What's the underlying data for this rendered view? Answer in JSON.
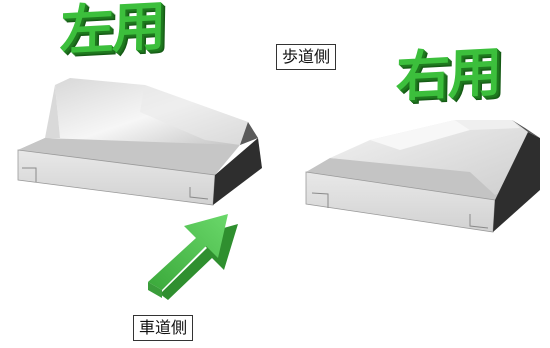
{
  "labels": {
    "left_use": "左用",
    "right_use": "右用",
    "sidewalk_side": "歩道側",
    "road_side": "車道側"
  },
  "colors": {
    "label_green": "#3cbf3c",
    "arrow_green": "#4cc24c",
    "block_light": "#e4e4e4",
    "block_mid": "#c9c9c9",
    "block_dark": "#2e2e2e"
  }
}
